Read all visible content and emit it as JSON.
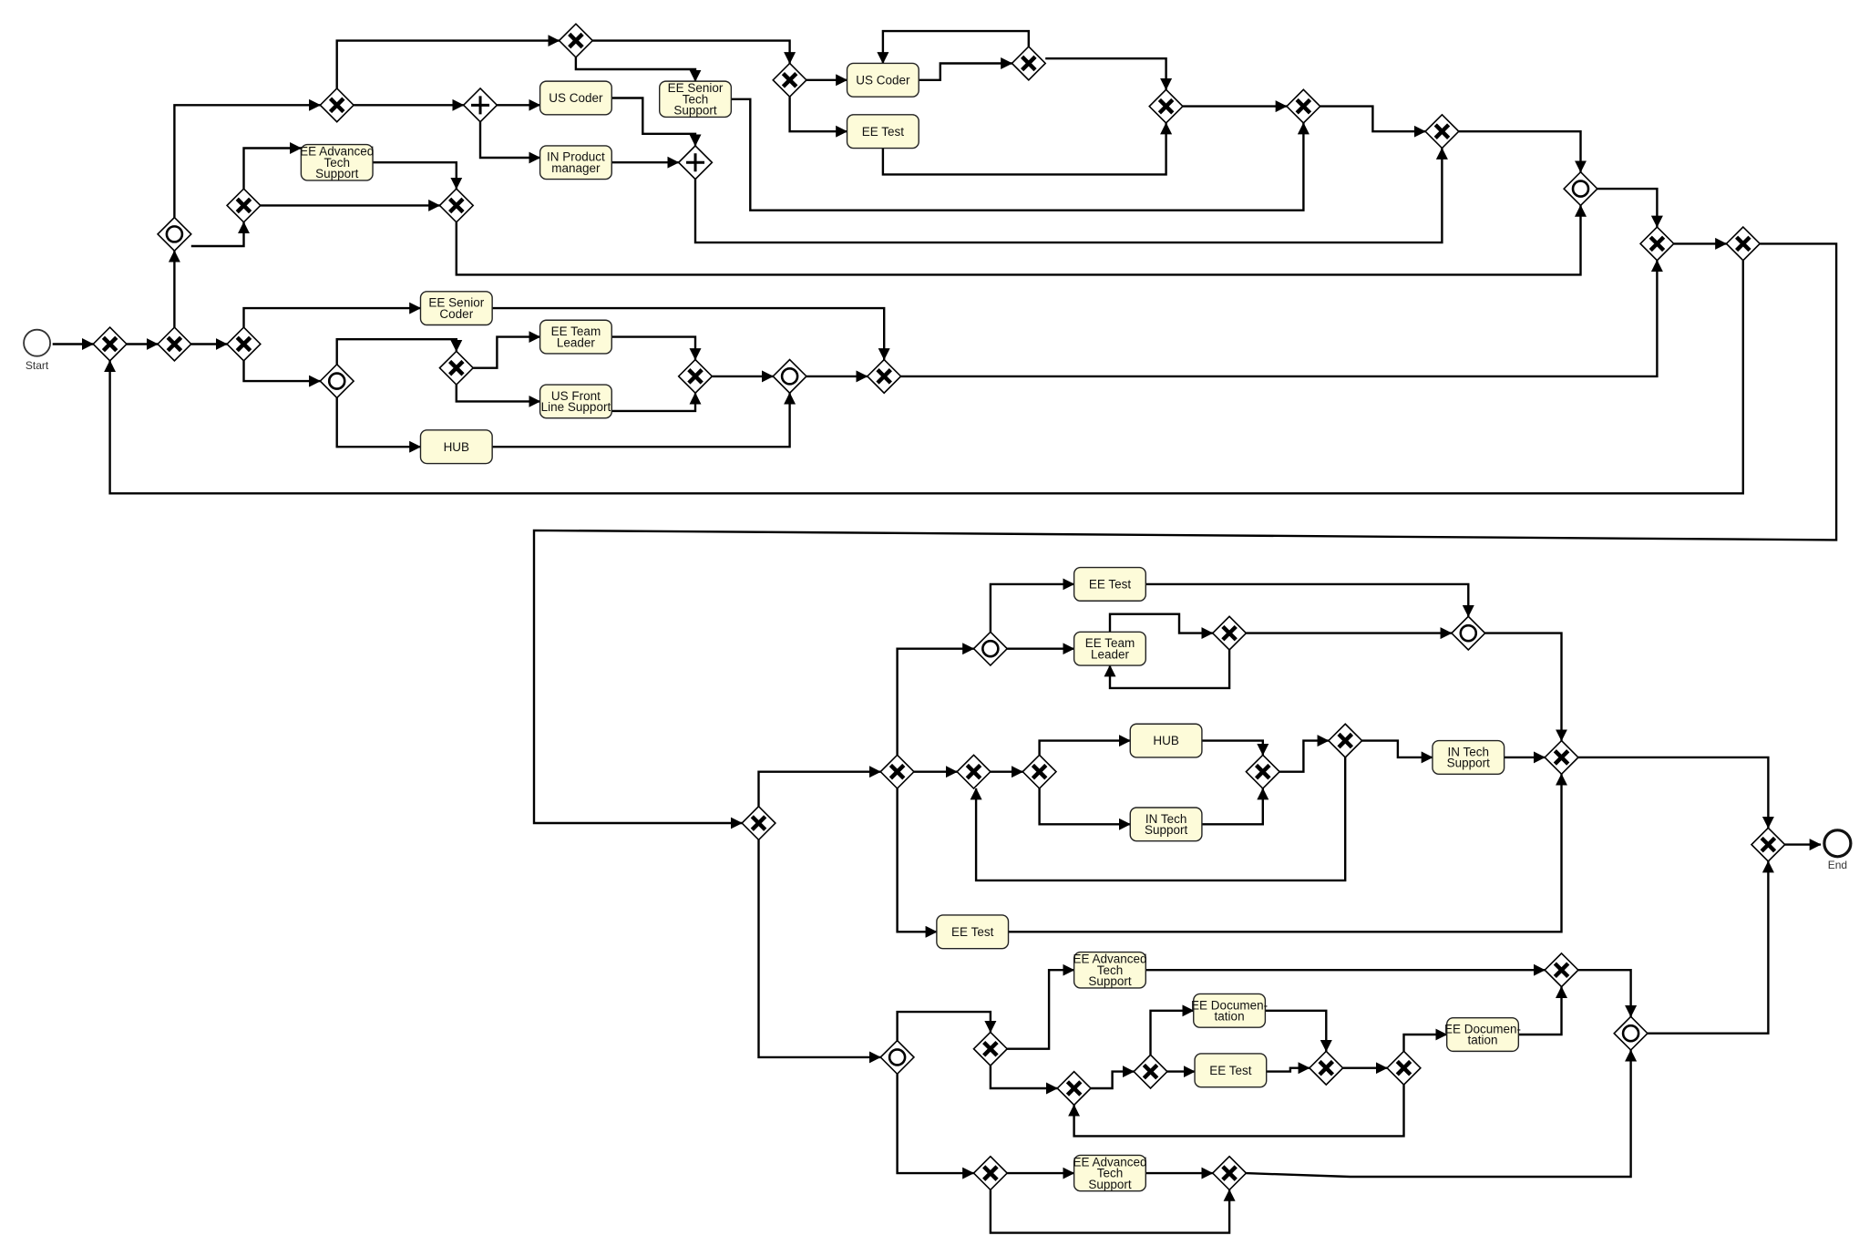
{
  "events": {
    "start": "Start",
    "end": "End"
  },
  "tasks": [
    {
      "id": "t_ee_adv_1",
      "label": "EE Advanced Tech Support",
      "lines": [
        "EE Advanced",
        "Tech",
        "Support"
      ]
    },
    {
      "id": "t_us_coder_1",
      "label": "US Coder",
      "lines": [
        "US Coder"
      ]
    },
    {
      "id": "t_in_pm",
      "label": "IN Product manager",
      "lines": [
        "IN Product",
        "manager"
      ]
    },
    {
      "id": "t_ee_sts",
      "label": "EE Senior Tech Support",
      "lines": [
        "EE Senior",
        "Tech",
        "Support"
      ]
    },
    {
      "id": "t_us_coder_2",
      "label": "US Coder",
      "lines": [
        "US Coder"
      ]
    },
    {
      "id": "t_ee_test_1",
      "label": "EE Test",
      "lines": [
        "EE Test"
      ]
    },
    {
      "id": "t_ee_sc",
      "label": "EE Senior Coder",
      "lines": [
        "EE Senior",
        "Coder"
      ]
    },
    {
      "id": "t_ee_tl_1",
      "label": "EE Team Leader",
      "lines": [
        "EE Team",
        "Leader"
      ]
    },
    {
      "id": "t_us_fls",
      "label": "US Front Line Support",
      "lines": [
        "US Front",
        "Line Support"
      ]
    },
    {
      "id": "t_hub_1",
      "label": "HUB",
      "lines": [
        "HUB"
      ]
    },
    {
      "id": "t_ee_test_2",
      "label": "EE Test",
      "lines": [
        "EE Test"
      ]
    },
    {
      "id": "t_ee_tl_2",
      "label": "EE Team Leader",
      "lines": [
        "EE Team",
        "Leader"
      ]
    },
    {
      "id": "t_hub_2",
      "label": "HUB",
      "lines": [
        "HUB"
      ]
    },
    {
      "id": "t_in_ts_1",
      "label": "IN Tech Support",
      "lines": [
        "IN Tech",
        "Support"
      ]
    },
    {
      "id": "t_in_ts_2",
      "label": "IN Tech Support",
      "lines": [
        "IN Tech",
        "Support"
      ]
    },
    {
      "id": "t_ee_test_3",
      "label": "EE Test",
      "lines": [
        "EE Test"
      ]
    },
    {
      "id": "t_ee_adv_2",
      "label": "EE Advanced Tech Support",
      "lines": [
        "EE Advanced",
        "Tech",
        "Support"
      ]
    },
    {
      "id": "t_ee_doc_1",
      "label": "EE Documentation",
      "lines": [
        "EE Documen-",
        "tation"
      ]
    },
    {
      "id": "t_ee_test_4",
      "label": "EE Test",
      "lines": [
        "EE Test"
      ]
    },
    {
      "id": "t_ee_doc_2",
      "label": "EE Documentation",
      "lines": [
        "EE Documen-",
        "tation"
      ]
    },
    {
      "id": "t_ee_adv_3",
      "label": "EE Advanced Tech Support",
      "lines": [
        "EE Advanced",
        "Tech",
        "Support"
      ]
    }
  ]
}
